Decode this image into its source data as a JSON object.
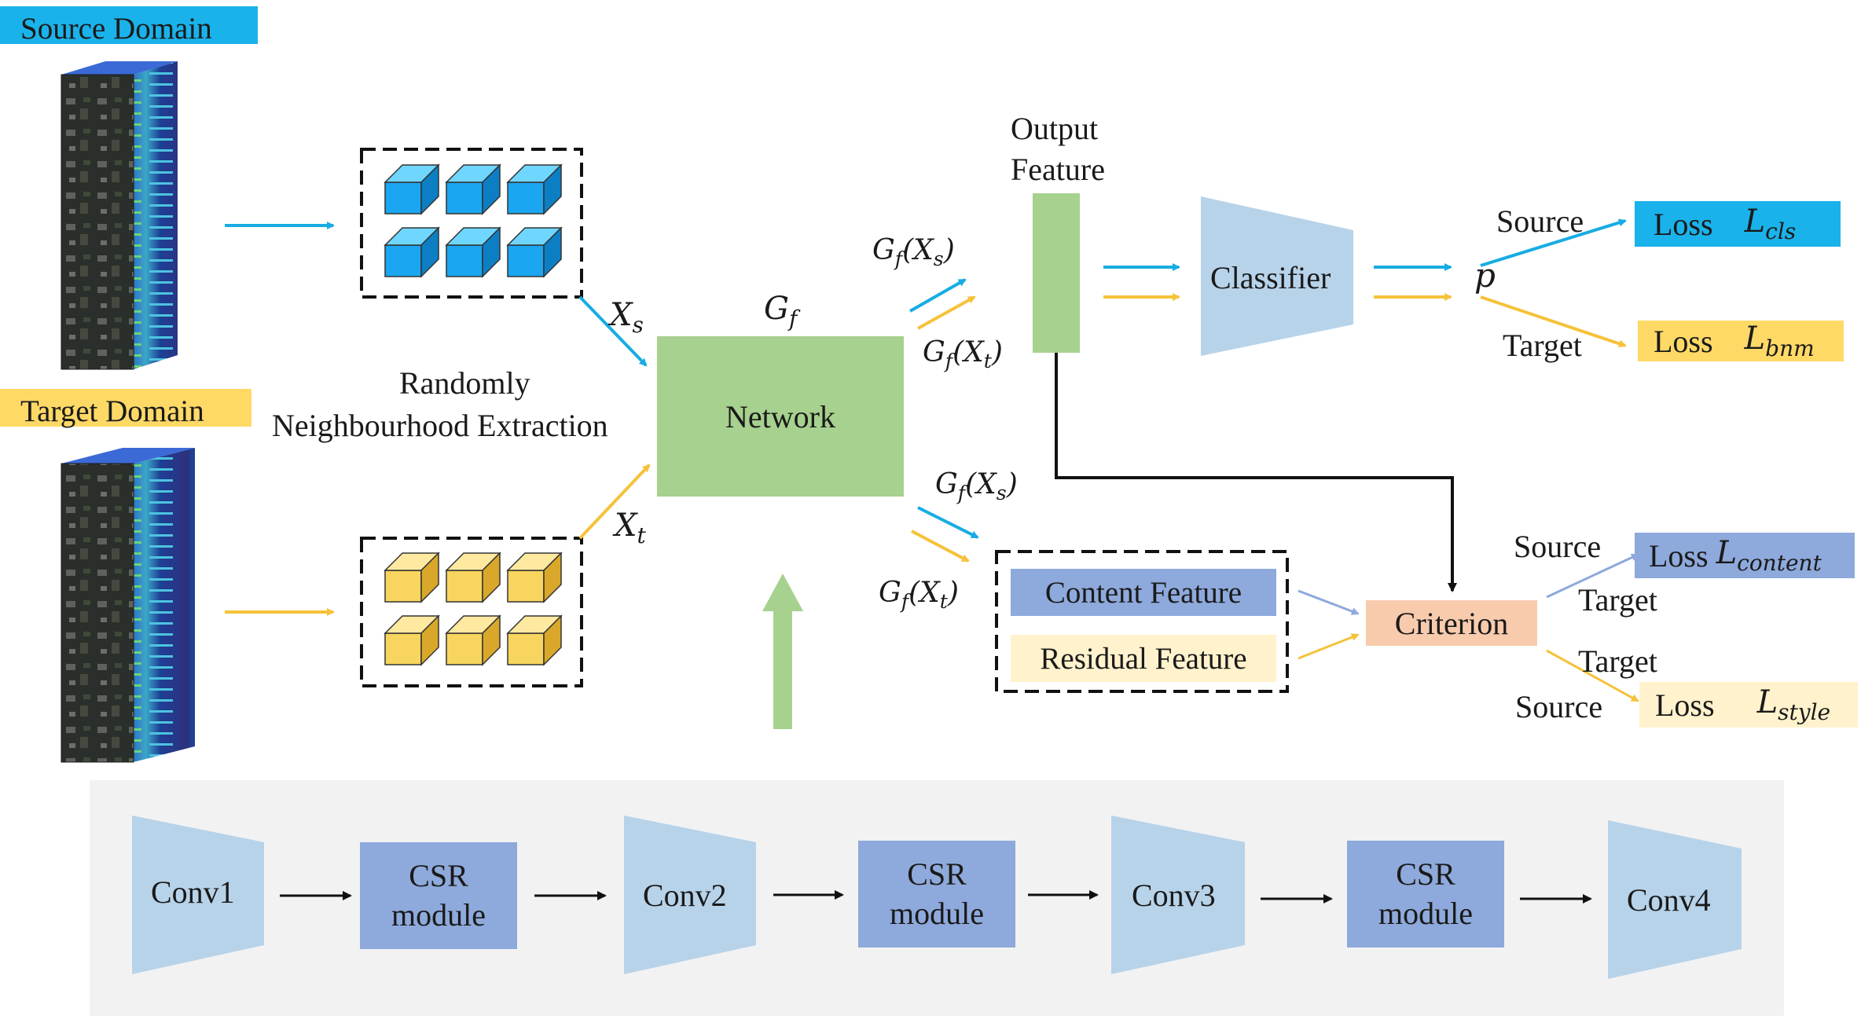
{
  "domains": {
    "source_tag": "Source Domain",
    "target_tag": "Target Domain"
  },
  "extraction_label_1": "Randomly",
  "extraction_label_2": "Neighbourhood Extraction",
  "symbols": {
    "xs_base": "X",
    "xs_sub": "s",
    "xt_base": "X",
    "xt_sub": "t",
    "gf_base": "G",
    "gf_sub": "f",
    "gf_xs_1": "G",
    "gf_xs_2": "f",
    "gf_xs_3": "(X",
    "gf_xs_4": "s",
    "gf_xs_5": ")",
    "gf_xt_1": "G",
    "gf_xt_2": "f",
    "gf_xt_3": "(X",
    "gf_xt_4": "t",
    "gf_xt_5": ")",
    "p": "p"
  },
  "network_label": "Network",
  "output_feature_1": "Output",
  "output_feature_2": "Feature",
  "classifier_label": "Classifier",
  "losses": {
    "cls_word": "Loss",
    "cls_sym": "L",
    "cls_sub": "cls",
    "bnm_word": "Loss",
    "bnm_sym": "L",
    "bnm_sub": "bnm",
    "content_word": "Loss",
    "content_sym": "L",
    "content_sub": "content",
    "style_word": "Loss",
    "style_sym": "L",
    "style_sub": "style"
  },
  "route_labels": {
    "source_top": "Source",
    "target_top": "Target",
    "source_content": "Source",
    "target_content": "Target",
    "target_style": "Target",
    "source_style": "Source"
  },
  "features": {
    "content": "Content Feature",
    "residual": "Residual Feature"
  },
  "criterion_label": "Criterion",
  "pipeline": {
    "conv1": "Conv1",
    "csr1_a": "CSR",
    "csr1_b": "module",
    "conv2": "Conv2",
    "csr2_a": "CSR",
    "csr2_b": "module",
    "conv3": "Conv3",
    "csr3_a": "CSR",
    "csr3_b": "module",
    "conv4": "Conv4"
  },
  "colors": {
    "blue": "#17ace3",
    "yellow": "#f6c23a",
    "green": "#a7d18e",
    "light_blue": "#b7d3ea",
    "csr_blue": "#8ea9db",
    "criterion": "#f8cbad",
    "tag_blue": "#1ab2ea",
    "tag_yellow": "#ffd966",
    "residual": "#fff2cc",
    "panel": "#f2f2f2"
  }
}
